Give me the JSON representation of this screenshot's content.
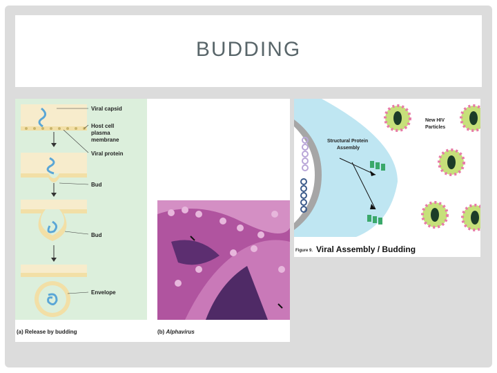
{
  "slide": {
    "title": "BUDDING"
  },
  "figure_left": {
    "labels": {
      "viral_capsid": "Viral capsid",
      "host_cell_line1": "Host cell",
      "host_cell_line2": "plasma",
      "host_cell_line3": "membrane",
      "viral_protein": "Viral protein",
      "bud1": "Bud",
      "bud2": "Bud",
      "envelope": "Envelope"
    },
    "caption_a": "(a) Release by budding",
    "caption_b_prefix": "(b) ",
    "caption_b_italic": "Alphavirus"
  },
  "figure_right": {
    "new_hiv_line1": "New HIV",
    "new_hiv_line2": "Particles",
    "structural_line1": "Structural Protein",
    "structural_line2": "Assembly",
    "figure_label": "Figure 9.",
    "figure_title": "Viral Assembly / Budding"
  },
  "colors": {
    "frame_gray": "#dcdcdc",
    "title_color": "#59666a",
    "diagram_green": "#dcefdc",
    "membrane_tan": "#f2dfa6",
    "capsid_blue": "#5aa6d6",
    "micrograph_magenta": "#b0549f",
    "cytoplasm_blue": "#bfe6f2",
    "virus_green": "#c7e07a",
    "spike_pink": "#e77aa7"
  }
}
